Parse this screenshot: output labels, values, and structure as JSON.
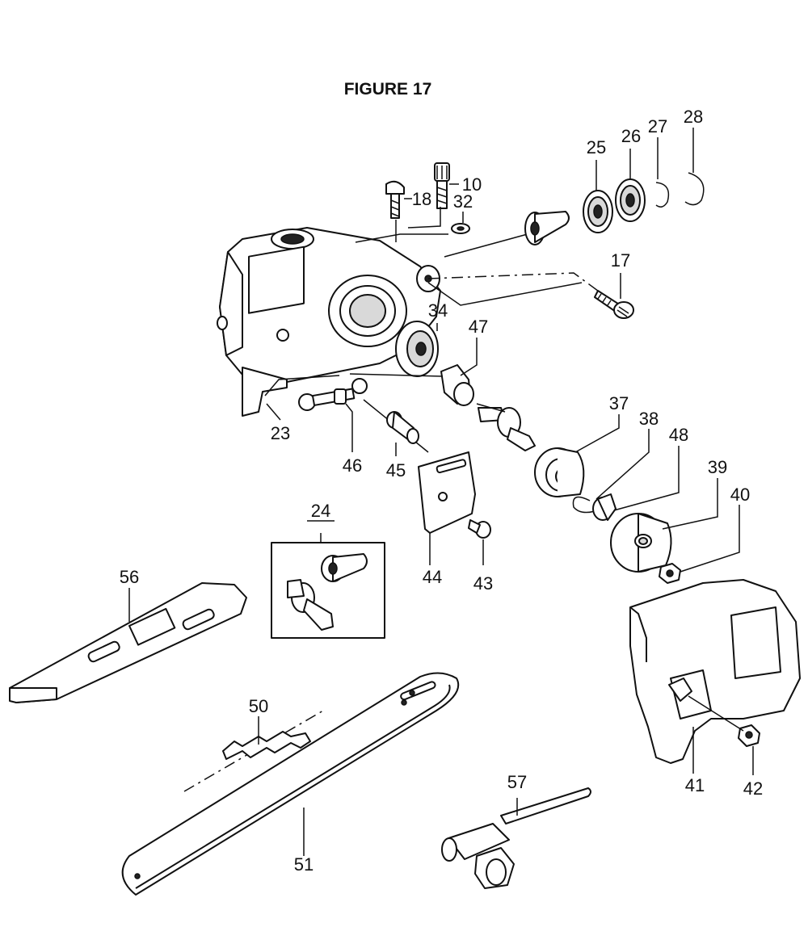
{
  "figure": {
    "title": "FIGURE 17"
  },
  "callouts": {
    "p10": "10",
    "p17": "17",
    "p18": "18",
    "p23": "23",
    "p24": "24",
    "p25": "25",
    "p26": "26",
    "p27": "27",
    "p28": "28",
    "p32": "32",
    "p34": "34",
    "p37": "37",
    "p38": "38",
    "p39": "39",
    "p40": "40",
    "p41": "41",
    "p42": "42",
    "p43": "43",
    "p44": "44",
    "p45": "45",
    "p46": "46",
    "p47": "47",
    "p48": "48",
    "p50": "50",
    "p51": "51",
    "p56": "56",
    "p57": "57"
  }
}
